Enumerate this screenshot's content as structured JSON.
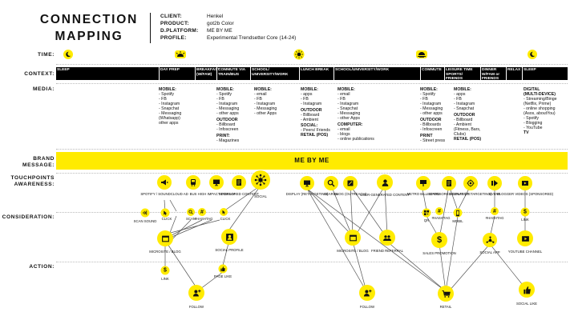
{
  "header": {
    "title_line1": "CONNECTION",
    "title_line2": "MAPPING",
    "client_label": "CLIENT:",
    "client": "Henkel",
    "product_label": "PRODUCT:",
    "product": "got2b Color",
    "platform_label": "D.PLATFORM:",
    "platform": "ME BY ME",
    "profile_label": "PROFILE:",
    "profile": "Experimental Trendsetter Core (14-24)"
  },
  "row_labels": {
    "time": "TIME:",
    "context": "CONTEXT:",
    "media": "MEDIA:",
    "brand_line1": "BRAND",
    "brand_line2": "MESSAGE:",
    "touch_line1": "TOUCHPOINTS",
    "touch_line2": "AWARENESS:",
    "consideration": "CONSIDERATION:",
    "action": "ACTION:"
  },
  "time_icons": [
    "moon-icon",
    "sunrise-icon",
    "sun-icon",
    "sunset-icon",
    "moon-icon"
  ],
  "context": {
    "sleep": "SLEEP",
    "day_prep": "DAY PREP",
    "breakfast": "BREAKFAST (W/FAM)",
    "commute_via": "COMMUTE VIA TRAIN/BUS",
    "school1": "SCHOOL/ UNIVERSITY/WORK",
    "lunch": "LUNCH BREAK",
    "school2": "SCHOOL/UNIVERSITY/WORK",
    "commute": "COMMUTE",
    "leisure": "LEISURE TIME SPORTS/ FRIENDS",
    "dinner": "DINNER W/FAM or FRIENDS",
    "relax": "RELAX",
    "sleep2": "SLEEP"
  },
  "media": {
    "m1": {
      "h1": "MOBILE:",
      "items1": [
        "- Spotify",
        "- FB",
        "- Instagram",
        "- Snapchat",
        "- Messaging",
        "  (Whatsapp)",
        "  other apps"
      ]
    },
    "m2": {
      "h1": "MOBILE:",
      "items1": [
        "- Spotify",
        "- FB",
        "- Instagram",
        "- Messaging",
        "- other apps"
      ],
      "h2": "OUTDOOR",
      "items2": [
        "- Billboard",
        "- Infoscreen"
      ],
      "h3": "PRINT:",
      "items3": [
        "- Magazines"
      ]
    },
    "m3": {
      "h1": "MOBILE:",
      "items1": [
        "- email",
        "- FB",
        "- Instagram",
        "- Messaging",
        "- other Apps"
      ]
    },
    "m4": {
      "h1": "MOBILE:",
      "items1": [
        "- apps",
        "- FB",
        "- Instagram"
      ],
      "h2": "OUTDOOR",
      "items2": [
        "- Billboard",
        "- Ambient"
      ],
      "h3": "SOCIAL:",
      "items3": [
        "- Peers/ Friends"
      ],
      "h4": "RETAIL (POS)"
    },
    "m5": {
      "h1": "MOBILE:",
      "items1": [
        "- email",
        "- FB",
        "- Instagram",
        "- Snapchat",
        "- Messaging",
        "- other Apps"
      ],
      "h2": "COMPUTER:",
      "items2": [
        "- email",
        "- blogs",
        "- online publications"
      ]
    },
    "m6": {
      "h1": "MOBILE:",
      "items1": [
        "- Spotify",
        "- FB",
        "- Instagram",
        "- Messaging",
        "- other apps"
      ],
      "h2": "OUTDOOR",
      "items2": [
        "- Billboards",
        "- Infoscreen"
      ],
      "h3": "PRINT",
      "items3": [
        "- Street press"
      ]
    },
    "m7": {
      "h1": "MOBILE:",
      "items1": [
        "- apps",
        "- FB",
        "- Instagram",
        "- Snapchat"
      ],
      "h2": "OUTDOOR",
      "items2": [
        "- Billboard",
        "- Ambient",
        "  (Fitness, Bars,",
        "  Clubs)"
      ],
      "h3": "RETAIL (POS)"
    },
    "m8": {
      "h1": "DIGITAL",
      "h1b": "(MULTI-DEVICE)",
      "items1": [
        "- Streaming/Binge",
        "  (Netflix, Prime)",
        "- online shopping",
        "  (Asos, aboutYou)",
        "- Spotify",
        "- Blogging",
        "- YouTube"
      ],
      "h2": "TV"
    }
  },
  "brand_message": "ME BY ME",
  "nodes": {
    "spotify": "SPOTIFY / SOUNDCLOUD AD",
    "bus": "BUS",
    "high_impact": "HIGH IMPACT DISPLAY",
    "sponsored": "SPONSORED CONTENT",
    "social": "SOCIAL",
    "scan_sound": "SCAN SOUND",
    "click1": "CLICK",
    "scan": "SCAN",
    "hashtag1": "#HASHTAG",
    "click2": "CLICK",
    "microsite1": "MICROSITE / BLOG",
    "social_profile": "SOCIAL PROFILE",
    "link1": "LINK",
    "page_like": "PAGE LIKE",
    "follow1": "FOLLOW",
    "display1": "DISPLAY (RETARGETING)",
    "search": "SEARCH",
    "blog_outreach": "BLOG (OUTREACH)",
    "ugc": "USER-GENERATED CONTENT",
    "microsite2": "MICROSITE / BLOG",
    "friend_referral": "FRIEND REFERRAL",
    "follow2": "FOLLOW",
    "metro": "METRO BILLBOARD",
    "sponsored2": "SPONSORED CONTENT",
    "display2": "DISPLAY (RETARGETING)",
    "event": "EVENT",
    "blogger_videos": "BLOGGER VIDEOS (SPONSORED)",
    "qr": "QR",
    "hashtag2": "#HASHTAG",
    "mobil": "MOBIL",
    "hashtag3": "#HASHTAG",
    "link2": "LINK",
    "sales_promotion": "SALES PROMOTION",
    "social_app": "SOCIAL APP",
    "youtube": "YOUTUBE CHANNEL",
    "retail": "RETAIL",
    "social_like": "SOCIAL LIKE"
  },
  "colors": {
    "accent": "#ffeb00",
    "bar": "#000000"
  }
}
